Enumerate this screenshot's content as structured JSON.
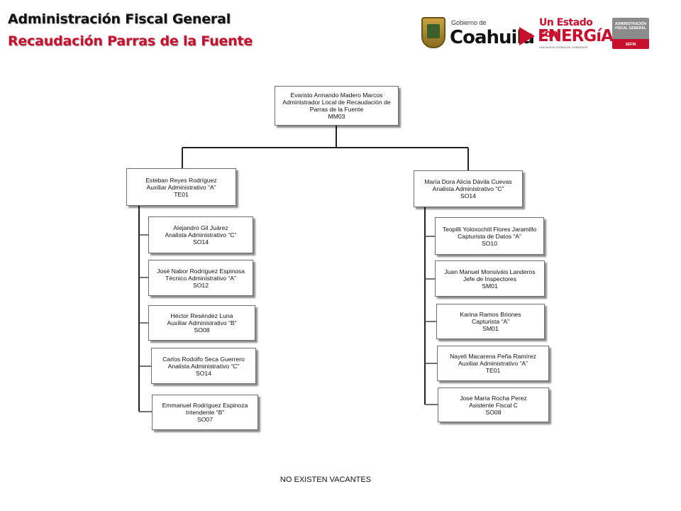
{
  "header": {
    "title": "Administración Fiscal General",
    "subtitle": "Recaudación Parras de la Fuente"
  },
  "logos": {
    "coahuila": {
      "small": "Gobierno de",
      "big": "Coahuila"
    },
    "energia": {
      "top": "Un Estado con",
      "main": "ENERGíA",
      "tagline": "UNA NUEVA FORMA DE GOBERNAR"
    },
    "afg": {
      "line1": "ADMINISTRACIÓN",
      "line2": "FISCAL GENERAL",
      "badge": "SEFIN"
    }
  },
  "chart": {
    "root": {
      "name": "Evaristo Armando Madero Marcos",
      "role": "Administrador Local de Recaudación de Parras de la Fuente",
      "code": "MM03"
    },
    "managers": [
      {
        "name": "Esteban Reyes Rodríguez",
        "role": "Auxiliar Administrativo “A”",
        "code": "TE01",
        "reports": [
          {
            "name": "Alejandro Gil Juárez",
            "role": "Analista Administrativo “C”",
            "code": "SO14"
          },
          {
            "name": "José Nabor Rodríguez Espinosa",
            "role": "Técnico Administrativo “A”",
            "code": "SO12"
          },
          {
            "name": "Héctor Reséndez Luna",
            "role": "Auxiliar Administrativo “B”",
            "code": "SO08"
          },
          {
            "name": "Carlos Rodolfo Seca Guerrero",
            "role": "Analista Administrativo “C”",
            "code": "SO14"
          },
          {
            "name": "Emmanuel Rodríguez Espinoza",
            "role": "Intendente “B”",
            "code": "SO07"
          }
        ]
      },
      {
        "name": "María Dora Alicia Dávila Cuevas",
        "role": "Analista Administrativo “C”",
        "code": "SO14",
        "reports": [
          {
            "name": "Teopilli Yoloxochitl Flores Jaramillo",
            "role": "Capturista de Datos “A”",
            "code": "SO10"
          },
          {
            "name": "Juan Manuel Monsiváis Landeros",
            "role": "Jefe de Inspectores",
            "code": "SM01"
          },
          {
            "name": "Karina Ramos Briones",
            "role": "Capturista “A”",
            "code": "SM01"
          },
          {
            "name": "Nayeli Macarena Peña Ramírez",
            "role": "Auxiliar Administrativo “A”",
            "code": "TE01"
          },
          {
            "name": "Jose María Rocha Perez",
            "role": "Asistente Fiscal C",
            "code": "SO08"
          }
        ]
      }
    ]
  },
  "footer": {
    "note": "NO EXISTEN VACANTES"
  },
  "colors": {
    "accent": "#c8102e",
    "line": "#222222",
    "box_border": "#6e6e6e"
  }
}
